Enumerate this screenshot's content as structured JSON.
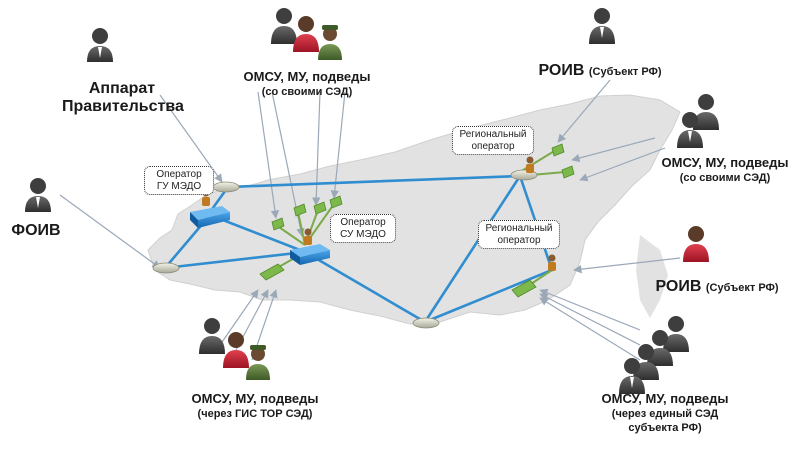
{
  "labels": {
    "apparat": "Аппарат Правительства",
    "foiv": "ФОИВ",
    "omsu_top": "ОМСУ, МУ, подведы",
    "omsu_top_sub": "(со своими СЭД)",
    "roiv_top": "РОИВ",
    "roiv_top_sub": "(Субъект РФ)",
    "omsu_right": "ОМСУ, МУ, подведы",
    "omsu_right_sub": "(со своими СЭД)",
    "roiv_right": "РОИВ",
    "roiv_right_sub": "(Субъект РФ)",
    "omsu_bottom_left": "ОМСУ, МУ, подведы",
    "omsu_bottom_left_sub": "(через ГИС ТОР СЭД)",
    "omsu_bottom_right": "ОМСУ, МУ, подведы",
    "omsu_bottom_right_sub1": "(через единый СЭД",
    "omsu_bottom_right_sub2": "субъекта РФ)"
  },
  "operators": {
    "gu_medo_1": "Оператор",
    "gu_medo_2": "ГУ МЭДО",
    "su_medo_1": "Оператор",
    "su_medo_2": "СУ МЭДО",
    "regional_top_1": "Региональный",
    "regional_top_2": "оператор",
    "regional_mid_1": "Региональный",
    "regional_mid_2": "оператор"
  },
  "colors": {
    "map": "#e4e4e4",
    "network_line": "#2f8dd0",
    "hub_box": "#1e86d6",
    "local_node": "#7db84a",
    "person_dark": "#4d4d4d",
    "person_red": "#c8283a",
    "person_military": "#5a7a3a"
  }
}
